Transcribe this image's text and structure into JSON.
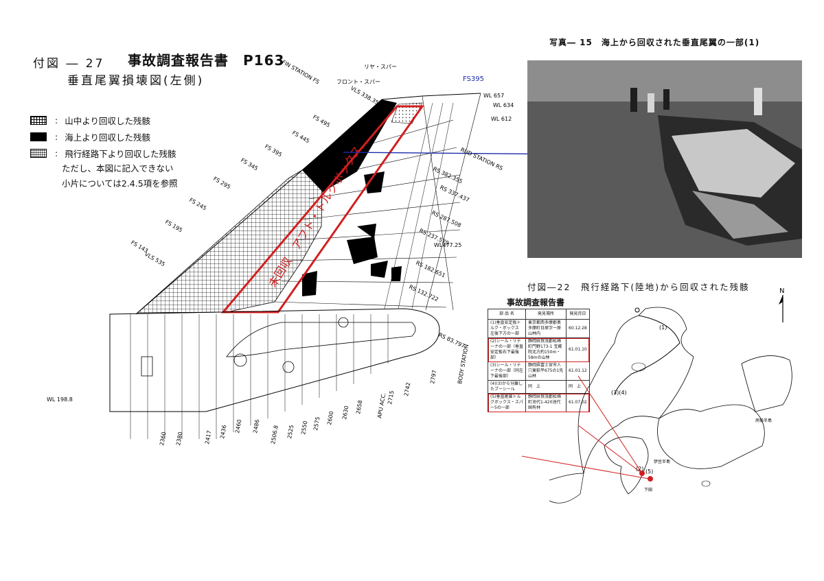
{
  "header": {
    "figure_no": "付図 ― 27",
    "report_title": "事故調査報告書　P163",
    "subtitle": "垂直尾翼損壊図(左側)"
  },
  "photo_caption": "写真― 15　海上から回収された垂直尾翼の一部(1)",
  "legend": {
    "items": [
      {
        "label": "山中より回収した残骸",
        "pattern": "grid"
      },
      {
        "label": "海上より回収した残骸",
        "pattern": "black"
      },
      {
        "label": "飛行経路下より回収した残骸",
        "pattern": "dots"
      }
    ],
    "note_line1": "ただし、本図に記入できない",
    "note_line2": "小片については2.4.5項を参照"
  },
  "diagram": {
    "fs395_label": "FS395",
    "rear_spar": "リヤ・スパー",
    "front_spar": "フロント・スパー",
    "fin_station": "FIN STATION FS",
    "rudder_station": "RUD STATION RS",
    "body_station": "BODY STATION",
    "apu": "APU ACC.",
    "annotation_red": "未回収　アフト・トルクボックス",
    "wl_labels": [
      "WL 657",
      "WL 634",
      "WL 612",
      "WL477.25",
      "WL 198.8"
    ],
    "fs_labels": [
      "FS 495",
      "FS 445",
      "FS 395",
      "FS 345",
      "FS 295",
      "FS 245",
      "FS 195",
      "FS 143"
    ],
    "vls_labels": [
      "VLS 338.355",
      "VLS 535"
    ],
    "rs_labels": [
      "RS 382.355",
      "RS 337.437",
      "RS 287.508",
      "RS 237.579",
      "RS 182.651",
      "RS 132.722",
      "RS 83.797"
    ],
    "body_stations": [
      "2360",
      "2380",
      "2417",
      "2436",
      "2460",
      "2486",
      "2506.8",
      "2525",
      "2550",
      "2575",
      "2600",
      "2630",
      "2658",
      "2715",
      "2742",
      "2797"
    ]
  },
  "map_section": {
    "title": "付図―22　飛行経路下(陸地)から回収された残骸",
    "report_title": "事故調査報告書",
    "table": {
      "headers": [
        "部 品 名",
        "発見場所",
        "発見月日"
      ],
      "rows": [
        {
          "part": "(1)垂直安定板トルク・ボックス 左後下方の一部",
          "place": "東京都西多摩郡奥多摩町日原字一原山林内",
          "date": "60.12.28",
          "highlight": false
        },
        {
          "part": "(2)シール・リテーナの一部（垂直安定板右下最後部）",
          "place": "静岡県賀茂郡松崎町門野173-1 宝蔵院北方約150m・58mの山林",
          "date": "61.01.10",
          "highlight": true
        },
        {
          "part": "(3)シール・リテーナの一部（同左下最後部）",
          "place": "静岡県富士宮市人穴東萩平675の1先山林",
          "date": "61.01.12",
          "highlight": false
        },
        {
          "part": "(4)(3)から分離したブーシール",
          "place": "同　上",
          "date": "同　上",
          "highlight": false
        },
        {
          "part": "(5)垂直尾翼トルクボックス・スパー5の一部",
          "place": "静岡県賀茂郡松崎町池代1-420池代国有林",
          "date": "61.07.02",
          "highlight": true
        }
      ]
    },
    "map_labels": {
      "north": "N",
      "point1": "(1)",
      "point34": "(3)(4)",
      "point2": "(2)",
      "point5": "(5)",
      "peninsula": "伊豆半島",
      "boso": "房総半島",
      "shimoda": "下田"
    }
  },
  "colors": {
    "red": "#d21f1f",
    "blue": "#1a2aa8"
  }
}
